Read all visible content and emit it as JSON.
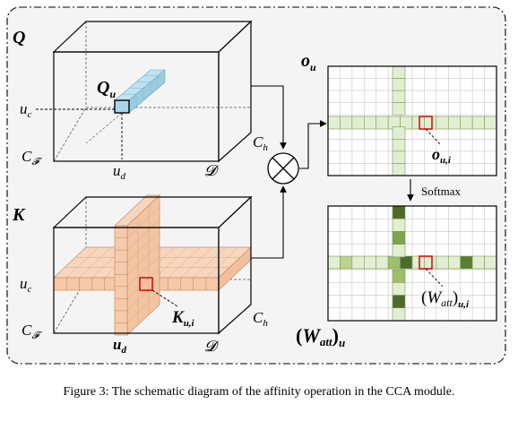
{
  "labels": {
    "q": "Q",
    "qu": "Q",
    "qu_sub": "u",
    "k": "K",
    "ku": "K",
    "ku_sub": "u,i",
    "uc": "u",
    "uc_sub": "c",
    "ud": "u",
    "ud_sub": "d",
    "cf": "C",
    "cf_sub": "𝓕",
    "ch": "C",
    "ch_sub": "h",
    "d": "𝓓",
    "ou": "o",
    "ou_sub": "u",
    "oui": "o",
    "oui_sub": "u,i",
    "softmax": "Softmax",
    "watt_open": "(",
    "watt_w": "W",
    "watt_att": "att",
    "watt_close": ")",
    "watt_sub": "u",
    "wattui_open": "(",
    "wattui_w": "W",
    "wattui_att": "att",
    "wattui_close": ")",
    "wattui_sub": "u,i"
  },
  "caption": "Figure 3: The schematic diagram of the affinity operation in the CCA module.",
  "colors": {
    "query_vector": "#a8d5e8",
    "key_slab": "#f8d0b4",
    "key_grid": "#d9a585",
    "map_bar": "#e2eed2",
    "map_dark": "#4d6b2b",
    "map_mid": "#9cbe6d",
    "highlight": "#e00000",
    "grid": "#c8c8c8"
  }
}
